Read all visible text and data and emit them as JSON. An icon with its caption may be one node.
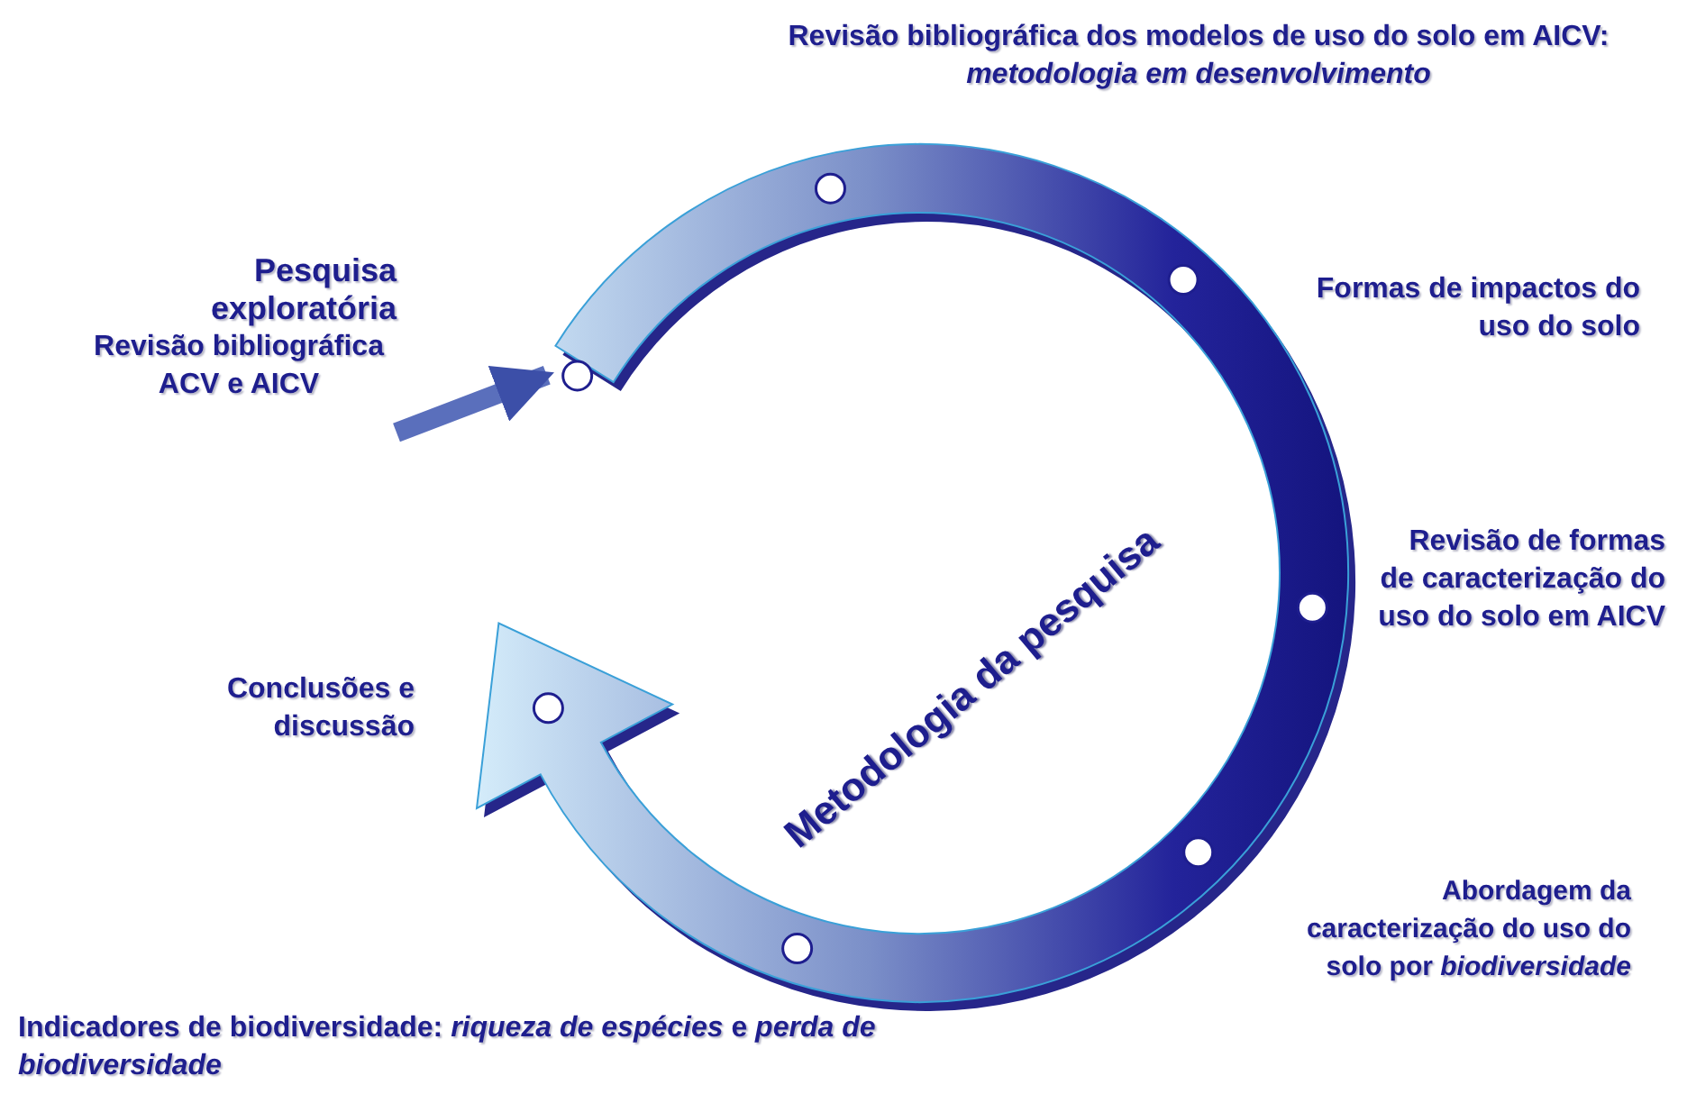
{
  "diagram": {
    "nodes": [
      {
        "text": [
          "Pesquisa exploratória",
          "Revisão bibliográfica ACV e AICV"
        ]
      },
      {
        "text": [
          "Metodologia da pesquisa"
        ]
      },
      {
        "text": [
          "Revisão bibliográfica dos modelos de uso do solo em AICV: *metodologia em desenvolvimento*"
        ]
      },
      {
        "text": [
          "Formas de impactos do uso do solo"
        ]
      },
      {
        "text": [
          "Revisão de formas de caracterização do uso do solo em AICV"
        ]
      },
      {
        "text": [
          "Abordagem da caracterização do uso do solo por *biodiversidade*"
        ]
      },
      {
        "text": [
          "Indicadores de biodiversidade: *riqueza de espécies* e *perda de biodiversidade*"
        ]
      },
      {
        "text": [
          "Conclusões e discussão"
        ]
      }
    ],
    "edges": [
      {
        "from": 0,
        "to": 1,
        "arrow": "to"
      }
    ]
  }
}
